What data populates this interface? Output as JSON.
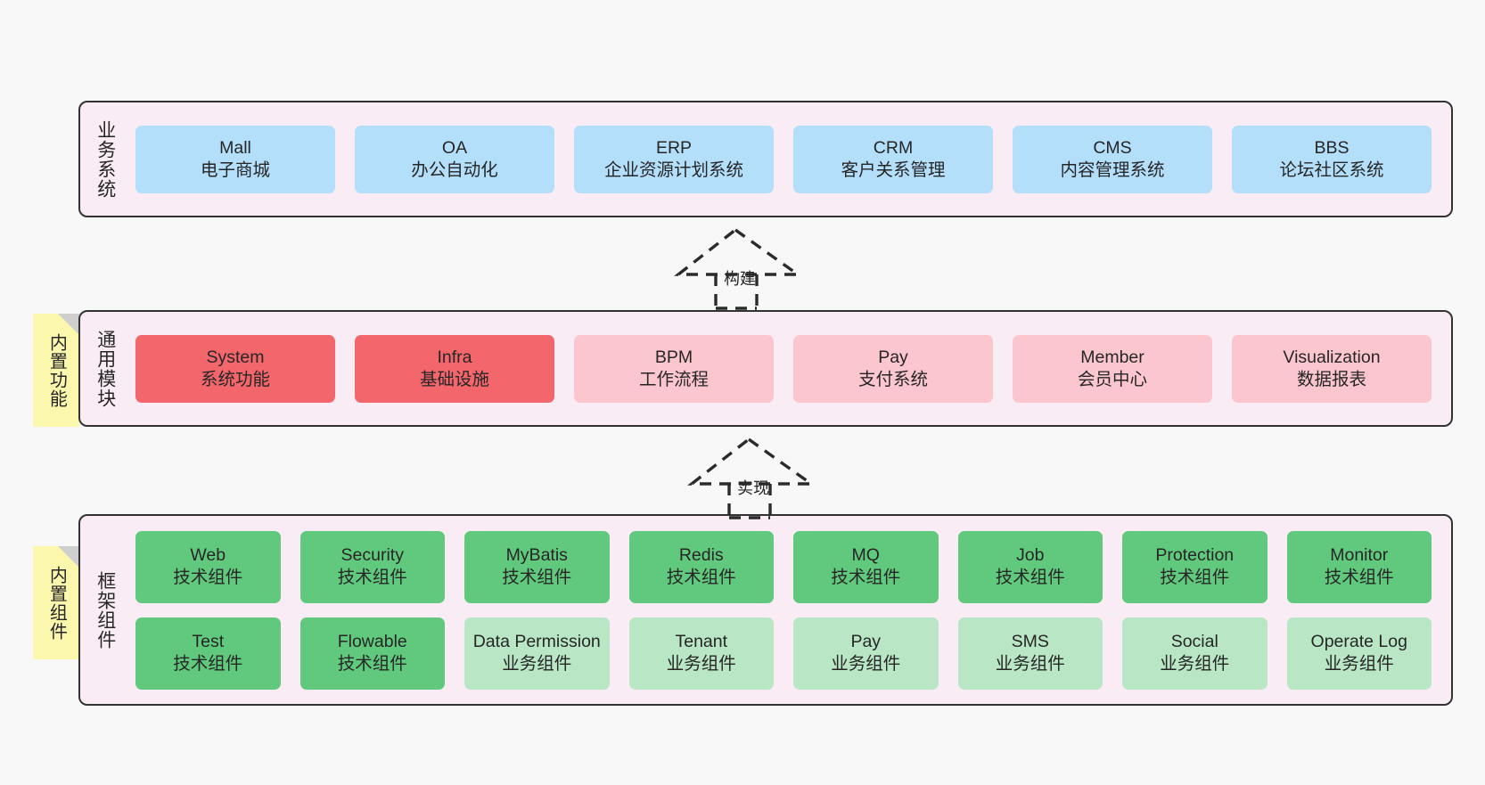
{
  "page": {
    "background": "#f8f8f8",
    "title": "架构图"
  },
  "colors": {
    "panel_fill": "#f9ecf5",
    "panel_border": "#333333",
    "business": "#b4dffb",
    "module_core": "#f2666c",
    "module_plain": "#fbc6cd",
    "framework_tech": "#61c97d",
    "framework_biz": "#b9e7c5",
    "note_fill": "#fbf8ae",
    "note_fold": "#cfcfcf"
  },
  "notes": [
    {
      "id": "builtin-features",
      "text": "内置功能"
    },
    {
      "id": "builtin-components",
      "text": "内置组件"
    }
  ],
  "connectors": [
    {
      "id": "build",
      "label": "构建",
      "style": "dashed-hollow-triangle",
      "direction": "up"
    },
    {
      "id": "implement",
      "label": "实现",
      "style": "dashed-hollow-triangle",
      "direction": "up"
    }
  ],
  "sections": {
    "business": {
      "label": "业务系统",
      "rows": [
        [
          {
            "name": "Mall",
            "desc": "电子商城"
          },
          {
            "name": "OA",
            "desc": "办公自动化"
          },
          {
            "name": "ERP",
            "desc": "企业资源计划系统"
          },
          {
            "name": "CRM",
            "desc": "客户关系管理"
          },
          {
            "name": "CMS",
            "desc": "内容管理系统"
          },
          {
            "name": "BBS",
            "desc": "论坛社区系统"
          }
        ]
      ]
    },
    "modules": {
      "label": "通用模块",
      "rows": [
        [
          {
            "name": "System",
            "desc": "系统功能",
            "variant": "core"
          },
          {
            "name": "Infra",
            "desc": "基础设施",
            "variant": "core"
          },
          {
            "name": "BPM",
            "desc": "工作流程",
            "variant": "plain"
          },
          {
            "name": "Pay",
            "desc": "支付系统",
            "variant": "plain"
          },
          {
            "name": "Member",
            "desc": "会员中心",
            "variant": "plain"
          },
          {
            "name": "Visualization",
            "desc": "数据报表",
            "variant": "plain"
          }
        ]
      ]
    },
    "framework": {
      "label": "框架组件",
      "rows": [
        [
          {
            "name": "Web",
            "desc": "技术组件",
            "variant": "tech"
          },
          {
            "name": "Security",
            "desc": "技术组件",
            "variant": "tech"
          },
          {
            "name": "MyBatis",
            "desc": "技术组件",
            "variant": "tech"
          },
          {
            "name": "Redis",
            "desc": "技术组件",
            "variant": "tech"
          },
          {
            "name": "MQ",
            "desc": "技术组件",
            "variant": "tech"
          },
          {
            "name": "Job",
            "desc": "技术组件",
            "variant": "tech"
          },
          {
            "name": "Protection",
            "desc": "技术组件",
            "variant": "tech"
          },
          {
            "name": "Monitor",
            "desc": "技术组件",
            "variant": "tech"
          }
        ],
        [
          {
            "name": "Test",
            "desc": "技术组件",
            "variant": "tech"
          },
          {
            "name": "Flowable",
            "desc": "技术组件",
            "variant": "tech"
          },
          {
            "name": "Data Permission",
            "desc": "业务组件",
            "variant": "biz"
          },
          {
            "name": "Tenant",
            "desc": "业务组件",
            "variant": "biz"
          },
          {
            "name": "Pay",
            "desc": "业务组件",
            "variant": "biz"
          },
          {
            "name": "SMS",
            "desc": "业务组件",
            "variant": "biz"
          },
          {
            "name": "Social",
            "desc": "业务组件",
            "variant": "biz"
          },
          {
            "name": "Operate Log",
            "desc": "业务组件",
            "variant": "biz"
          }
        ]
      ]
    }
  }
}
